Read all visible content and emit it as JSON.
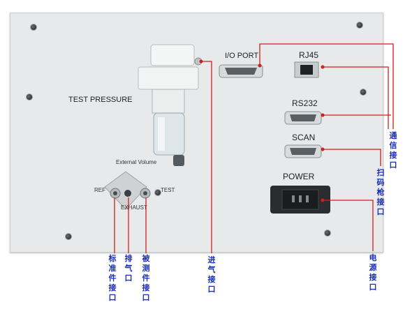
{
  "panel": {
    "test_pressure_label": "TEST PRESSURE",
    "io_port_label": "I/O PORT",
    "rj45_label": "RJ45",
    "rs232_label": "RS232",
    "scan_label": "SCAN",
    "power_label": "POWER",
    "external_volume_label": "External Volume",
    "ref_label": "REF",
    "test_label": "TEST",
    "exhaust_label": "EXHAUST"
  },
  "annotations": {
    "reference_port": "标准件接口",
    "exhaust_port": "排气口",
    "test_part_port": "被测件接口",
    "air_inlet": "进气接口",
    "comm_ports": "通信接口",
    "scanner_port": "扫码枪接口",
    "power_port": "电源接口"
  },
  "colors": {
    "panel": "#e7e9ea",
    "leader_line": "#d11f1f",
    "annotation_text": "#1a2fb5"
  }
}
